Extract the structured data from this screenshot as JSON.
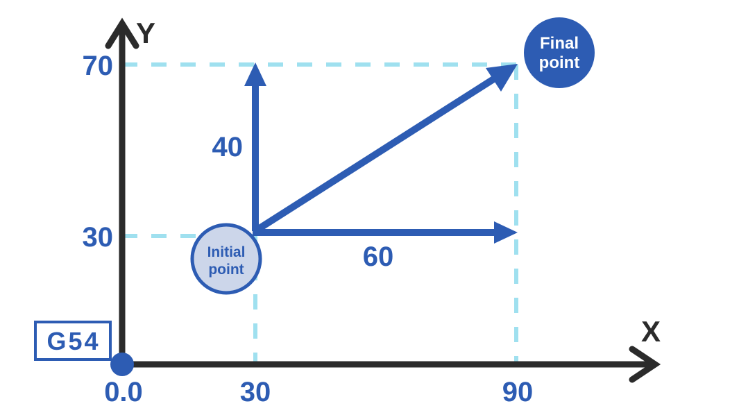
{
  "chart_data": {
    "type": "diagram",
    "title": "",
    "xlabel": "X",
    "ylabel": "Y",
    "grid": "dashed-guides",
    "axis_color": "#2b2b2b",
    "accent_color": "#2d5cb3",
    "guide_color": "#9fe0ef",
    "initial_fill": "#ccd6ea",
    "xlim": [
      0,
      105
    ],
    "ylim": [
      0,
      80
    ],
    "x_ticks": [
      "0.0",
      "30",
      "90"
    ],
    "y_ticks": [
      "30",
      "70"
    ],
    "points": [
      {
        "name": "Initial point",
        "x": 30,
        "y": 30
      },
      {
        "name": "Final point",
        "x": 90,
        "y": 70
      }
    ],
    "vectors": [
      {
        "name": "x-increment",
        "label": "60",
        "from": [
          30,
          30
        ],
        "to": [
          90,
          30
        ],
        "value": 60
      },
      {
        "name": "y-increment",
        "label": "40",
        "from": [
          30,
          30
        ],
        "to": [
          30,
          70
        ],
        "value": 40
      },
      {
        "name": "resultant",
        "label": "",
        "from": [
          30,
          30
        ],
        "to": [
          90,
          70
        ]
      }
    ],
    "work_offset": "G54"
  },
  "axes": {
    "y_label": "Y",
    "x_label": "X"
  },
  "ticks": {
    "x": {
      "origin": "0.0",
      "thirty": "30",
      "ninety": "90"
    },
    "y": {
      "thirty": "30",
      "seventy": "70"
    }
  },
  "vectors": {
    "horizontal_label": "60",
    "vertical_label": "40"
  },
  "nodes": {
    "initial": {
      "line1": "Initial",
      "line2": "point"
    },
    "final": {
      "line1": "Final",
      "line2": "point"
    }
  },
  "wcs": {
    "code": "G54"
  }
}
